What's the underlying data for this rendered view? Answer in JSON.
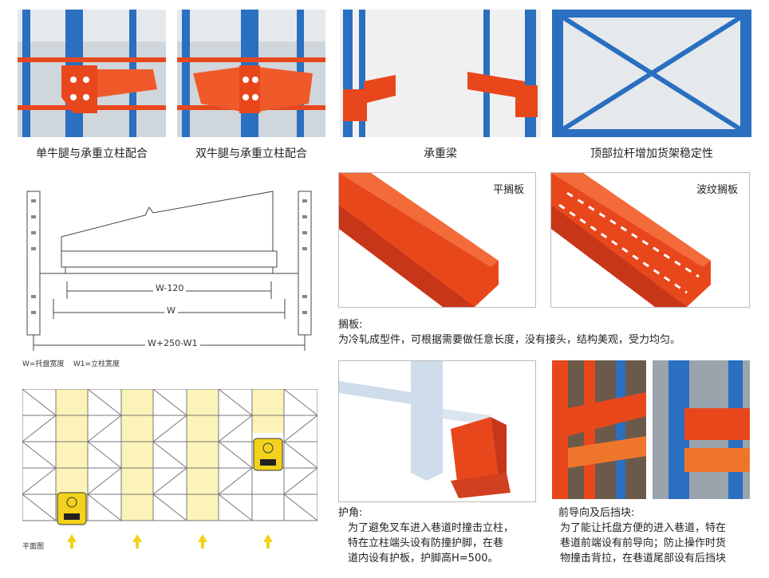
{
  "photos": {
    "single_leg": "单牛腿与承重立柱配合",
    "double_leg": "双牛腿与承重立柱配合",
    "beam": "承重梁",
    "top_brace": "顶部拉杆增加货架稳定性"
  },
  "shelves": {
    "flat_label": "平搁板",
    "corrugated_label": "波纹搁板"
  },
  "shelf_desc": {
    "title": "搁板:",
    "text": "为冷轧成型件，可根据需要做任意长度，没有接头，结构美观，受力均匀。"
  },
  "drawing": {
    "dim_w120": "W-120",
    "dim_w": "W",
    "dim_total": "W+250-W1",
    "legend": "W=托盘宽度    W1=立柱宽度"
  },
  "plan": {
    "label": "平面图"
  },
  "corner": {
    "title": "护角:",
    "lines": [
      "为了避免叉车进入巷道时撞击立柱，",
      "特在立柱端头设有防撞护脚，在巷",
      "道内设有护板，护脚高H=500。"
    ]
  },
  "guides": {
    "title": "前导向及后挡块:",
    "lines": [
      "为了能让托盘方便的进入巷道，特在",
      "巷道前端设有前导向；防止操作时货",
      "物撞击背拉，在巷道尾部设有后挡块"
    ]
  },
  "colors": {
    "rack_blue": "#2a6fc0",
    "rack_orange": "#e8471c",
    "pallet_yellow": "#fbf3b8",
    "forklift_yellow": "#f2d21c"
  }
}
